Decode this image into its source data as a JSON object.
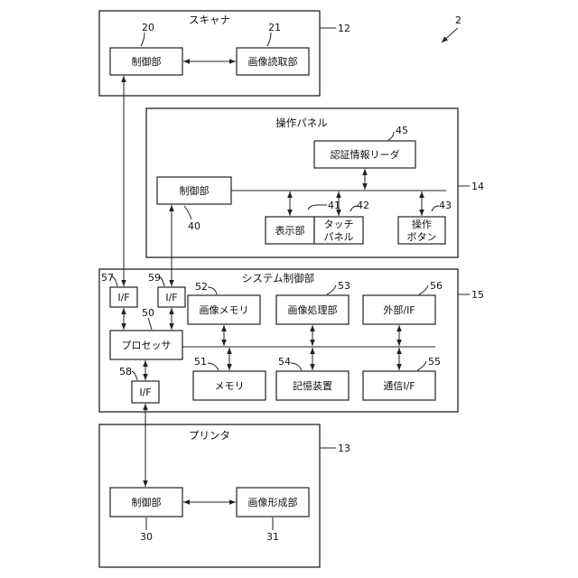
{
  "figure_ref": "2",
  "scanner": {
    "title": "スキャナ",
    "ref": "12",
    "control": {
      "label": "制御部",
      "ref": "20"
    },
    "reader": {
      "label": "画像読取部",
      "ref": "21"
    }
  },
  "panel": {
    "title": "操作パネル",
    "ref": "14",
    "control": {
      "label": "制御部",
      "ref": "40"
    },
    "auth": {
      "label": "認証情報リーダ",
      "ref": "45"
    },
    "display": {
      "label": "表示部",
      "ref": "41"
    },
    "touch": {
      "line1": "タッチ",
      "line2": "パネル",
      "ref": "42"
    },
    "buttons": {
      "line1": "操作",
      "line2": "ボタン",
      "ref": "43"
    }
  },
  "system": {
    "title": "システム制御部",
    "ref": "15",
    "if57": {
      "label": "I/F",
      "ref": "57"
    },
    "if59": {
      "label": "I/F",
      "ref": "59"
    },
    "processor": {
      "label": "プロセッサ",
      "ref": "50"
    },
    "if58": {
      "label": "I/F",
      "ref": "58"
    },
    "image_memory": {
      "label": "画像メモリ",
      "ref": "52"
    },
    "image_processing": {
      "label": "画像処理部",
      "ref": "53"
    },
    "external_if": {
      "label": "外部/IF",
      "ref": "56"
    },
    "memory": {
      "label": "メモリ",
      "ref": "51"
    },
    "storage": {
      "label": "記憶装置",
      "ref": "54"
    },
    "comm_if": {
      "label": "通信I/F",
      "ref": "55"
    }
  },
  "printer": {
    "title": "プリンタ",
    "ref": "13",
    "control": {
      "label": "制御部",
      "ref": "30"
    },
    "former": {
      "label": "画像形成部",
      "ref": "31"
    }
  }
}
